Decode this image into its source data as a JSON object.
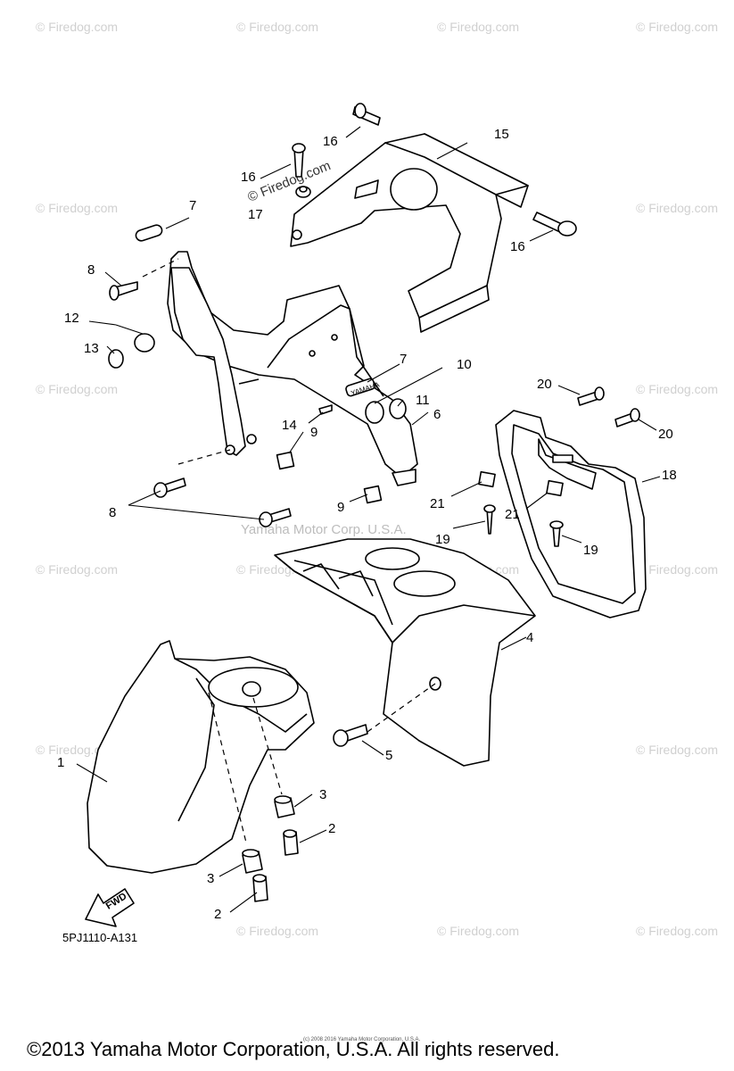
{
  "watermark": "© Firedog.com",
  "center_watermark": "Yamaha Motor Corp. U.S.A.",
  "fwd_label": "FWD",
  "emblem_text": "YAMAHA",
  "diagram_code": "5PJ1110-A131",
  "tiny_copyright": "(c) 2008 2016 Yamaha Motor Corporation, U.S.A.",
  "copyright": "©2013 Yamaha Motor Corporation, U.S.A. All rights reserved.",
  "callouts": [
    "15",
    "16",
    "16",
    "17",
    "7",
    "16",
    "8",
    "12",
    "13",
    "7",
    "10",
    "11",
    "14",
    "6",
    "9",
    "9",
    "8",
    "8",
    "20",
    "20",
    "18",
    "21",
    "21",
    "19",
    "19",
    "4",
    "5",
    "1",
    "3",
    "2",
    "3",
    "2"
  ],
  "colors": {
    "line": "#000000",
    "watermark": "#d0d0d0"
  }
}
